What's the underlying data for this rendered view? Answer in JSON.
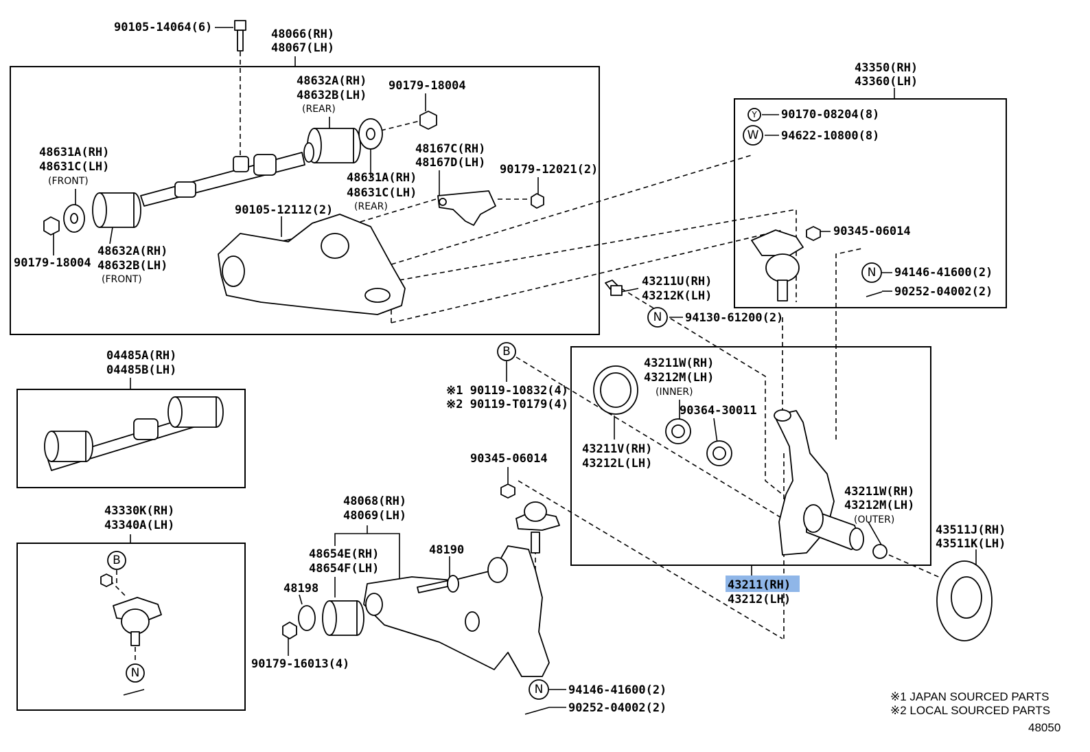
{
  "labels": {
    "p90105_14064": "90105-14064(6)",
    "p48066": "48066(RH)",
    "p48067": "48067(LH)",
    "p48632A_r": "48632A(RH)",
    "p48632B_r": "48632B(LH)",
    "rear1": "(REAR)",
    "p90179_18004a": "90179-18004",
    "p48631A_f": "48631A(RH)",
    "p48631C_f": "48631C(LH)",
    "front1": "(FRONT)",
    "p48167C": "48167C(RH)",
    "p48167D": "48167D(LH)",
    "p90179_12021": "90179-12021(2)",
    "p48631A_r": "48631A(RH)",
    "p48631C_r": "48631C(LH)",
    "rear2": "(REAR)",
    "p90105_12112": "90105-12112(2)",
    "p48632A_f": "48632A(RH)",
    "p48632B_f": "48632B(LH)",
    "front2": "(FRONT)",
    "p90179_18004b": "90179-18004",
    "p43350": "43350(RH)",
    "p43360": "43360(LH)",
    "p90170_08204": "90170-08204(8)",
    "p94622_10800": "94622-10800(8)",
    "p90345_06014a": "90345-06014",
    "p94146_41600a": "94146-41600(2)",
    "p90252_04002a": "90252-04002(2)",
    "p43211U": "43211U(RH)",
    "p43212K": "43212K(LH)",
    "p94130_61200": "94130-61200(2)",
    "p04485A": "04485A(RH)",
    "p04485B": "04485B(LH)",
    "p90119_10832": "※1 90119-10832(4)",
    "p90119_T0179": "※2 90119-T0179(4)",
    "p43211W_i": "43211W(RH)",
    "p43212M_i": "43212M(LH)",
    "inner": "(INNER)",
    "p90364_30011": "90364-30011",
    "p43211V": "43211V(RH)",
    "p43212L": "43212L(LH)",
    "p90345_06014b": "90345-06014",
    "p43211W_o": "43211W(RH)",
    "p43212M_o": "43212M(LH)",
    "outer": "(OUTER)",
    "p43330K": "43330K(RH)",
    "p43340A": "43340A(LH)",
    "p48068": "48068(RH)",
    "p48069": "48069(LH)",
    "p48654E": "48654E(RH)",
    "p48654F": "48654F(LH)",
    "p48190": "48190",
    "p48198": "48198",
    "p90179_16013": "90179-16013(4)",
    "p43211": "43211(RH)",
    "p43212": "43212(LH)",
    "p43511J": "43511J(RH)",
    "p43511K": "43511K(LH)",
    "p94146_41600b": "94146-41600(2)",
    "p90252_04002b": "90252-04002(2)"
  },
  "symbols": {
    "b": "B",
    "n": "N",
    "w": "W",
    "y": "Y"
  },
  "notes": {
    "note1": "※1 JAPAN SOURCED PARTS",
    "note2": "※2 LOCAL SOURCED PARTS",
    "diagram_code": "48050"
  },
  "colors": {
    "highlight": "#8fb6e8"
  }
}
